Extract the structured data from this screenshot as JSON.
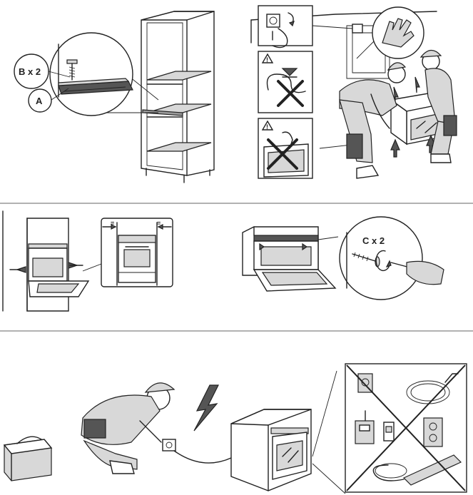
{
  "labels": {
    "b_x2": "B x 2",
    "a": "A",
    "c_x2": "C x 2",
    "warning_mark": "!",
    "equal_mark": "="
  },
  "colors": {
    "line": "#222222",
    "light_fill": "#d8d8d8",
    "mid_fill": "#9a9a9a",
    "dark_fill": "#555555"
  }
}
